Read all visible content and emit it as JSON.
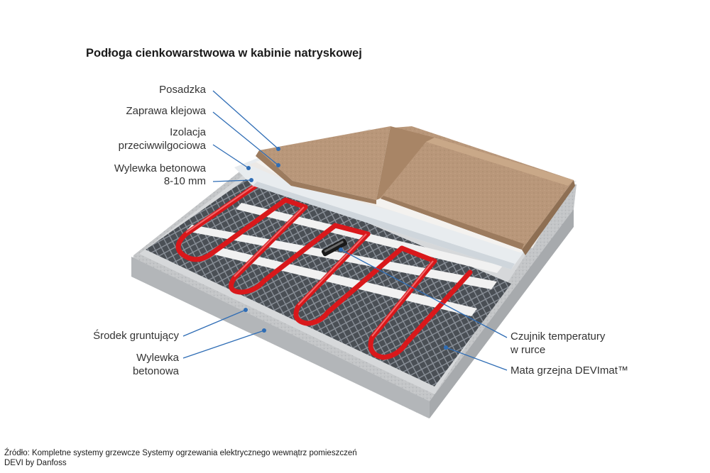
{
  "title": "Podłoga cienkowarstwowa w kabinie natryskowej",
  "labels_left": {
    "posadzka": "Posadzka",
    "zaprawa": "Zaprawa klejowa",
    "izolacja_1": "Izolacja",
    "izolacja_2": "przeciwwilgociowa",
    "wylewka_cienka_1": "Wylewka betonowa",
    "wylewka_cienka_2": "8-10 mm",
    "srodek": "Środek gruntujący",
    "wylewka_1": "Wylewka",
    "wylewka_2": "betonowa"
  },
  "labels_right": {
    "czujnik_1": "Czujnik temperatury",
    "czujnik_2": "w rurce",
    "mata": "Mata grzejna DEVImat™"
  },
  "source": {
    "line1": "Źródło: Kompletne systemy grzewcze Systemy ogrzewania elektrycznego wewnątrz pomieszczeń",
    "line2": "DEVI by Danfoss"
  },
  "colors": {
    "leader": "#2f6db5",
    "cable": "#d9181b",
    "tile": "#b99572",
    "mesh": "#555a60",
    "concrete": "#c8cacb"
  }
}
